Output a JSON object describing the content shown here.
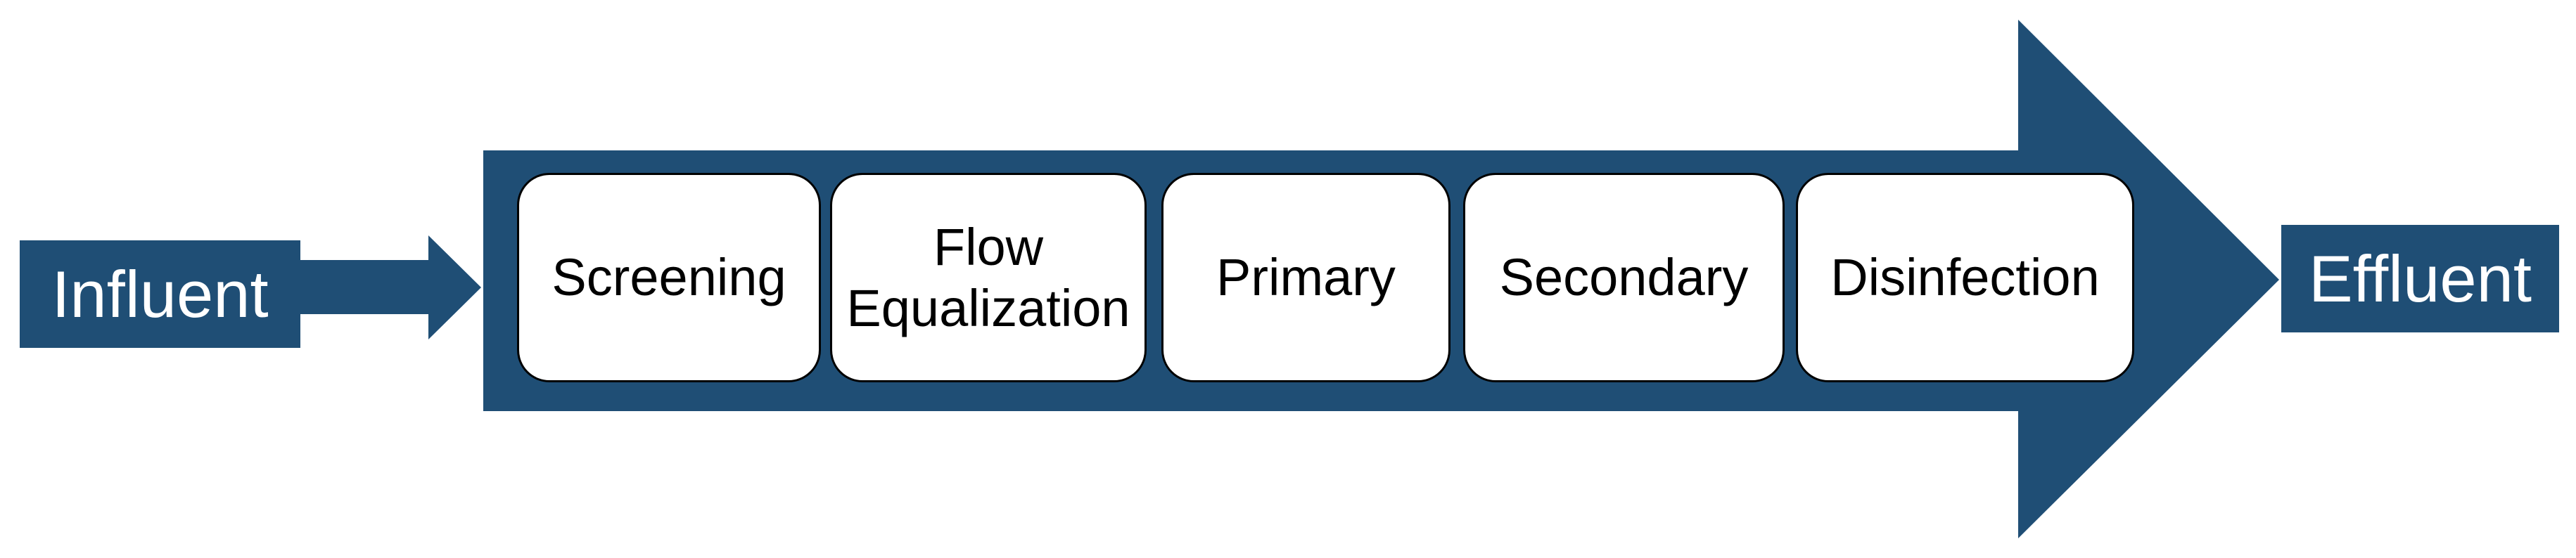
{
  "diagram": {
    "influent_label": "Influent",
    "effluent_label": "Effluent",
    "stages": [
      {
        "label": "Screening"
      },
      {
        "label": "Flow Equalization"
      },
      {
        "label": "Primary"
      },
      {
        "label": "Secondary"
      },
      {
        "label": "Disinfection"
      }
    ],
    "colors": {
      "arrow_blue": "#1F4E75",
      "endpoint_text": "#FFFFFF",
      "stage_box_fill": "#FFFFFF",
      "stage_box_border": "#000000",
      "stage_text": "#000000"
    }
  }
}
